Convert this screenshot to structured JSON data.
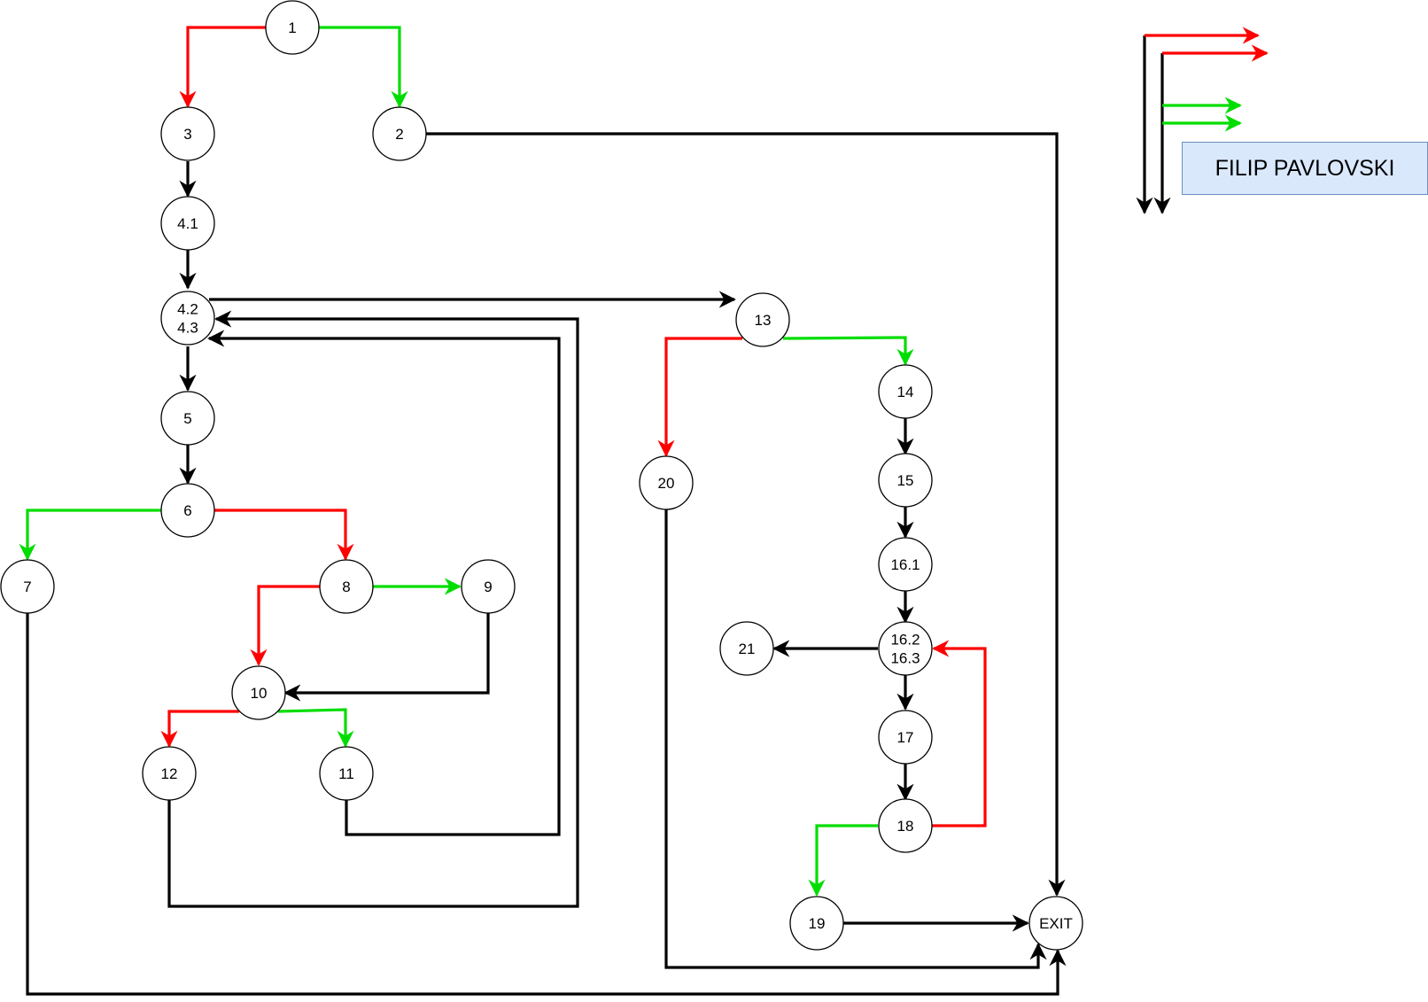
{
  "colors": {
    "black": "#000000",
    "red": "#ff0000",
    "green": "#00dd00"
  },
  "author": "FILIP PAVLOVSKI",
  "nodes": [
    {
      "id": "n1",
      "lines": [
        "1"
      ]
    },
    {
      "id": "n3",
      "lines": [
        "3"
      ]
    },
    {
      "id": "n2",
      "lines": [
        "2"
      ]
    },
    {
      "id": "n41",
      "lines": [
        "4.1"
      ]
    },
    {
      "id": "n4243",
      "lines": [
        "4.2",
        "4.3"
      ]
    },
    {
      "id": "n5",
      "lines": [
        "5"
      ]
    },
    {
      "id": "n6",
      "lines": [
        "6"
      ]
    },
    {
      "id": "n7",
      "lines": [
        "7"
      ]
    },
    {
      "id": "n8",
      "lines": [
        "8"
      ]
    },
    {
      "id": "n9",
      "lines": [
        "9"
      ]
    },
    {
      "id": "n10",
      "lines": [
        "10"
      ]
    },
    {
      "id": "n12",
      "lines": [
        "12"
      ]
    },
    {
      "id": "n11",
      "lines": [
        "11"
      ]
    },
    {
      "id": "n13",
      "lines": [
        "13"
      ]
    },
    {
      "id": "n14",
      "lines": [
        "14"
      ]
    },
    {
      "id": "n20",
      "lines": [
        "20"
      ]
    },
    {
      "id": "n15",
      "lines": [
        "15"
      ]
    },
    {
      "id": "n161",
      "lines": [
        "16.1"
      ]
    },
    {
      "id": "n1623",
      "lines": [
        "16.2",
        "16.3"
      ]
    },
    {
      "id": "n21",
      "lines": [
        "21"
      ]
    },
    {
      "id": "n17",
      "lines": [
        "17"
      ]
    },
    {
      "id": "n18",
      "lines": [
        "18"
      ]
    },
    {
      "id": "n19",
      "lines": [
        "19"
      ]
    },
    {
      "id": "nexit",
      "lines": [
        "EXIT"
      ]
    }
  ],
  "edges": [
    {
      "from": "1",
      "to": "3",
      "color": "red"
    },
    {
      "from": "1",
      "to": "2",
      "color": "green"
    },
    {
      "from": "2",
      "to": "EXIT",
      "color": "black"
    },
    {
      "from": "3",
      "to": "4.1",
      "color": "black"
    },
    {
      "from": "4.1",
      "to": "4.2/4.3",
      "color": "black"
    },
    {
      "from": "4.2/4.3",
      "to": "13",
      "color": "black"
    },
    {
      "from": "12",
      "to": "4.2/4.3",
      "color": "black"
    },
    {
      "from": "11",
      "to": "4.2/4.3",
      "color": "black"
    },
    {
      "from": "4.2/4.3",
      "to": "5",
      "color": "black"
    },
    {
      "from": "5",
      "to": "6",
      "color": "black"
    },
    {
      "from": "6",
      "to": "7",
      "color": "green"
    },
    {
      "from": "6",
      "to": "8",
      "color": "red"
    },
    {
      "from": "8",
      "to": "9",
      "color": "green"
    },
    {
      "from": "8",
      "to": "10",
      "color": "red"
    },
    {
      "from": "9",
      "to": "10",
      "color": "black"
    },
    {
      "from": "10",
      "to": "12",
      "color": "red"
    },
    {
      "from": "10",
      "to": "11",
      "color": "green"
    },
    {
      "from": "7",
      "to": "EXIT",
      "color": "black"
    },
    {
      "from": "13",
      "to": "20",
      "color": "red"
    },
    {
      "from": "13",
      "to": "14",
      "color": "green"
    },
    {
      "from": "14",
      "to": "15",
      "color": "black"
    },
    {
      "from": "15",
      "to": "16.1",
      "color": "black"
    },
    {
      "from": "16.1",
      "to": "16.2/16.3",
      "color": "black"
    },
    {
      "from": "16.2/16.3",
      "to": "21",
      "color": "black"
    },
    {
      "from": "16.2/16.3",
      "to": "17",
      "color": "black"
    },
    {
      "from": "17",
      "to": "18",
      "color": "black"
    },
    {
      "from": "18",
      "to": "16.2/16.3",
      "color": "red"
    },
    {
      "from": "18",
      "to": "19",
      "color": "green"
    },
    {
      "from": "19",
      "to": "EXIT",
      "color": "black"
    },
    {
      "from": "20",
      "to": "EXIT",
      "color": "black"
    }
  ]
}
